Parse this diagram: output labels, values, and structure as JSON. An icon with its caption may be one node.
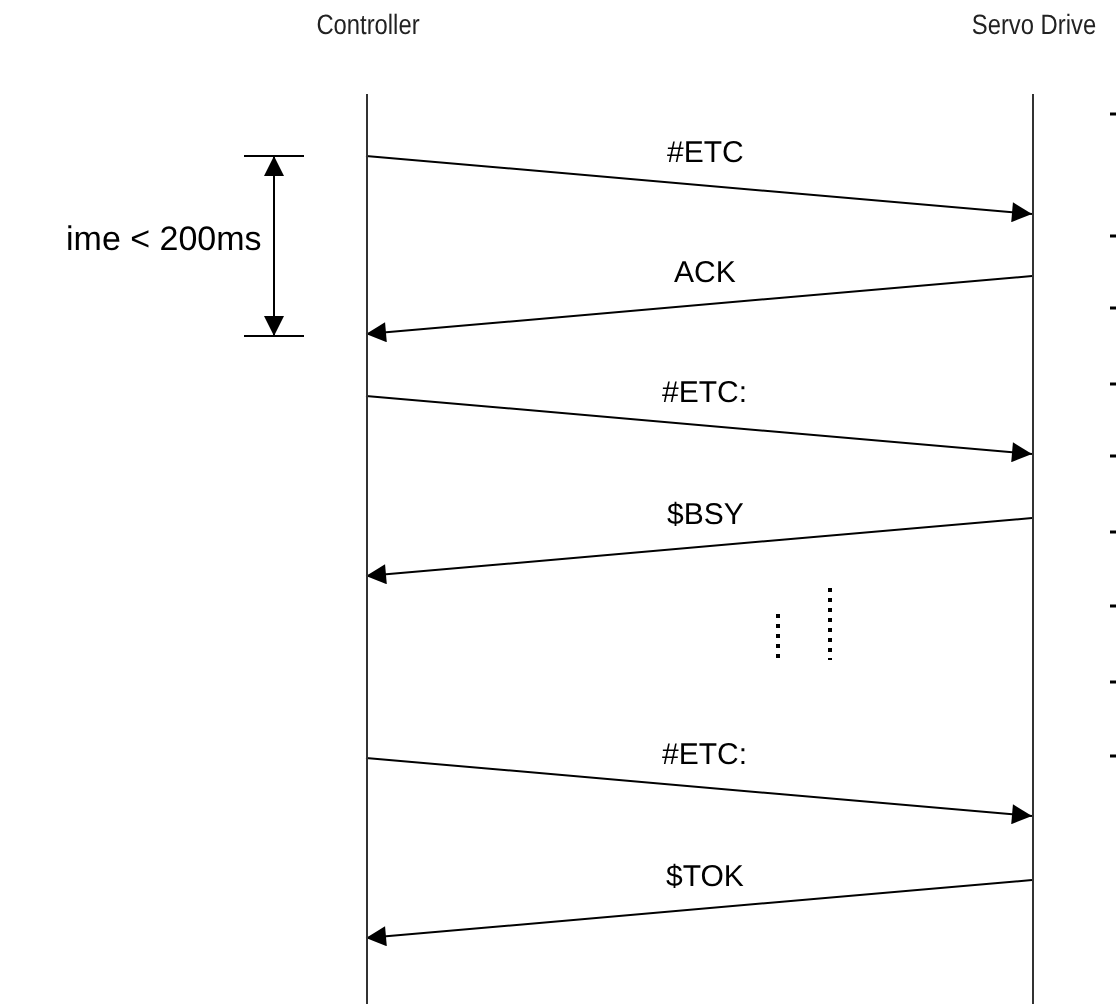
{
  "diagram": {
    "nodes": [
      {
        "text": [
          "Controller"
        ]
      },
      {
        "text": [
          "Servo Drive"
        ]
      }
    ],
    "edges": [
      {
        "from": 0,
        "to": 1,
        "arrow": "to",
        "label": "#ETC"
      },
      {
        "from": 1,
        "to": 0,
        "arrow": "to",
        "label": "ACK"
      },
      {
        "from": 0,
        "to": 1,
        "arrow": "to",
        "label": "#ETC:"
      },
      {
        "from": 1,
        "to": 0,
        "arrow": "to",
        "label": "$BSY"
      },
      {
        "from": 0,
        "to": 1,
        "arrow": "to",
        "label": "#ETC:"
      },
      {
        "from": 1,
        "to": 0,
        "arrow": "to",
        "label": "$TOK"
      }
    ],
    "labels": [
      "ime < 200ms"
    ]
  }
}
